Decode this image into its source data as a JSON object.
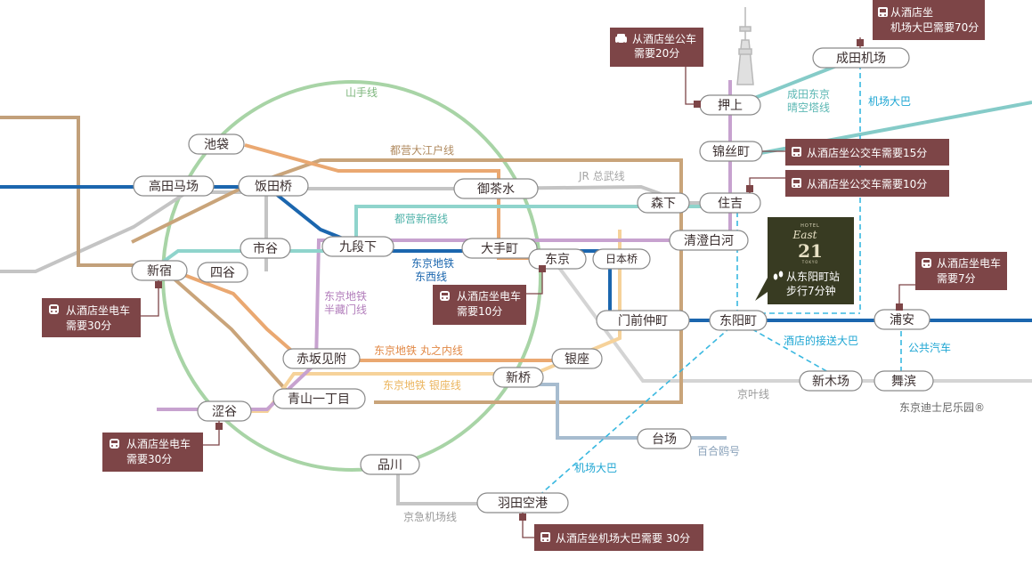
{
  "stations": {
    "ikebukuro": "池袋",
    "takadanobaba": "高田马场",
    "iidabashi": "饭田桥",
    "ochanomizu": "御茶水",
    "morishita": "森下",
    "sumiyoshi": "住吉",
    "kinshicho": "锦丝町",
    "oshiage": "押上",
    "narita": "成田机场",
    "ichigaya": "市谷",
    "kudanshita": "九段下",
    "otemachi": "大手町",
    "tokyo": "东京",
    "nihonbashi": "日本桥",
    "kiyosumi": "清澄白河",
    "shinjuku": "新宿",
    "yotsuya": "四谷",
    "akasaka": "赤坂见附",
    "aoyama": "青山一丁目",
    "shibuya": "涩谷",
    "shimbashi": "新桥",
    "ginza": "银座",
    "monzen": "门前仲町",
    "toyocho": "东阳町",
    "urayasu": "浦安",
    "shinkiba": "新木场",
    "maihama": "舞滨",
    "odaiba": "台场",
    "shinagawa": "品川",
    "haneda": "羽田空港"
  },
  "line_labels": {
    "yamanote": "山手线",
    "oedo": "都营大江户线",
    "sobu": "JR 总武线",
    "shinjuku_line": "都营新宿线",
    "tozai": "东京地铁\n东西线",
    "hanzomon": "东京地铁\n半藏门线",
    "marunouchi": "东京地铁 丸之内线",
    "ginza_line": "东京地铁 银座线",
    "keiyo": "京叶线",
    "yurikamome": "百合鸥号",
    "keikyu": "京急机场线",
    "narita_sky": "成田东京\n晴空塔线",
    "limousine_narita": "机场大巴",
    "limousine_haneda": "机场大巴",
    "shuttle": "酒店的接送大巴",
    "public_bus": "公共汽车",
    "disney": "东京迪士尼乐园®"
  },
  "callouts": {
    "oshiage": {
      "icon": "car-icon",
      "text": "从酒店坐公车\n需要20分"
    },
    "narita": {
      "icon": "bus-icon",
      "text": "从酒店坐\n机场大巴需要70分"
    },
    "kinshicho": {
      "icon": "bus-icon",
      "text": "从酒店坐公交车需要15分"
    },
    "sumiyoshi": {
      "icon": "bus-icon",
      "text": "从酒店坐公交车需要10分"
    },
    "tokyo": {
      "icon": "train-icon",
      "text": "从酒店坐电车\n需要10分"
    },
    "urayasu": {
      "icon": "train-icon",
      "text": "从酒店坐电车\n需要7分"
    },
    "shinjuku": {
      "icon": "train-icon",
      "text": "从酒店坐电车\n需要30分"
    },
    "shibuya": {
      "icon": "train-icon",
      "text": "从酒店坐电车\n需要30分"
    },
    "haneda": {
      "icon": "bus-icon",
      "text": "从酒店坐机场大巴需要 30分"
    }
  },
  "hotel": {
    "logo_small": "HOTEL",
    "logo_main": "East",
    "logo_num": "21",
    "logo_sub": "TOKYO",
    "walk_text": "从东阳町站\n步行7分钟",
    "icon": "footprints-icon"
  },
  "colors": {
    "yamanote": "#a8d4a6",
    "oedo": "#c9a076",
    "sobu": "#c2c2c2",
    "shinjuku_line": "#8dd0c9",
    "tozai": "#1b66ae",
    "hanzomon": "#c7a2cf",
    "marunouchi": "#eaa871",
    "ginza_line": "#f5cf8c",
    "keiyo": "#c9c9c9",
    "yurikamome": "#9fb7cf",
    "keikyu": "#c2c2c2",
    "narita_sky": "#7ec8c5",
    "limousine": "#39b8e0",
    "callout": "#7d4547",
    "hotel_box": "#383b22"
  }
}
